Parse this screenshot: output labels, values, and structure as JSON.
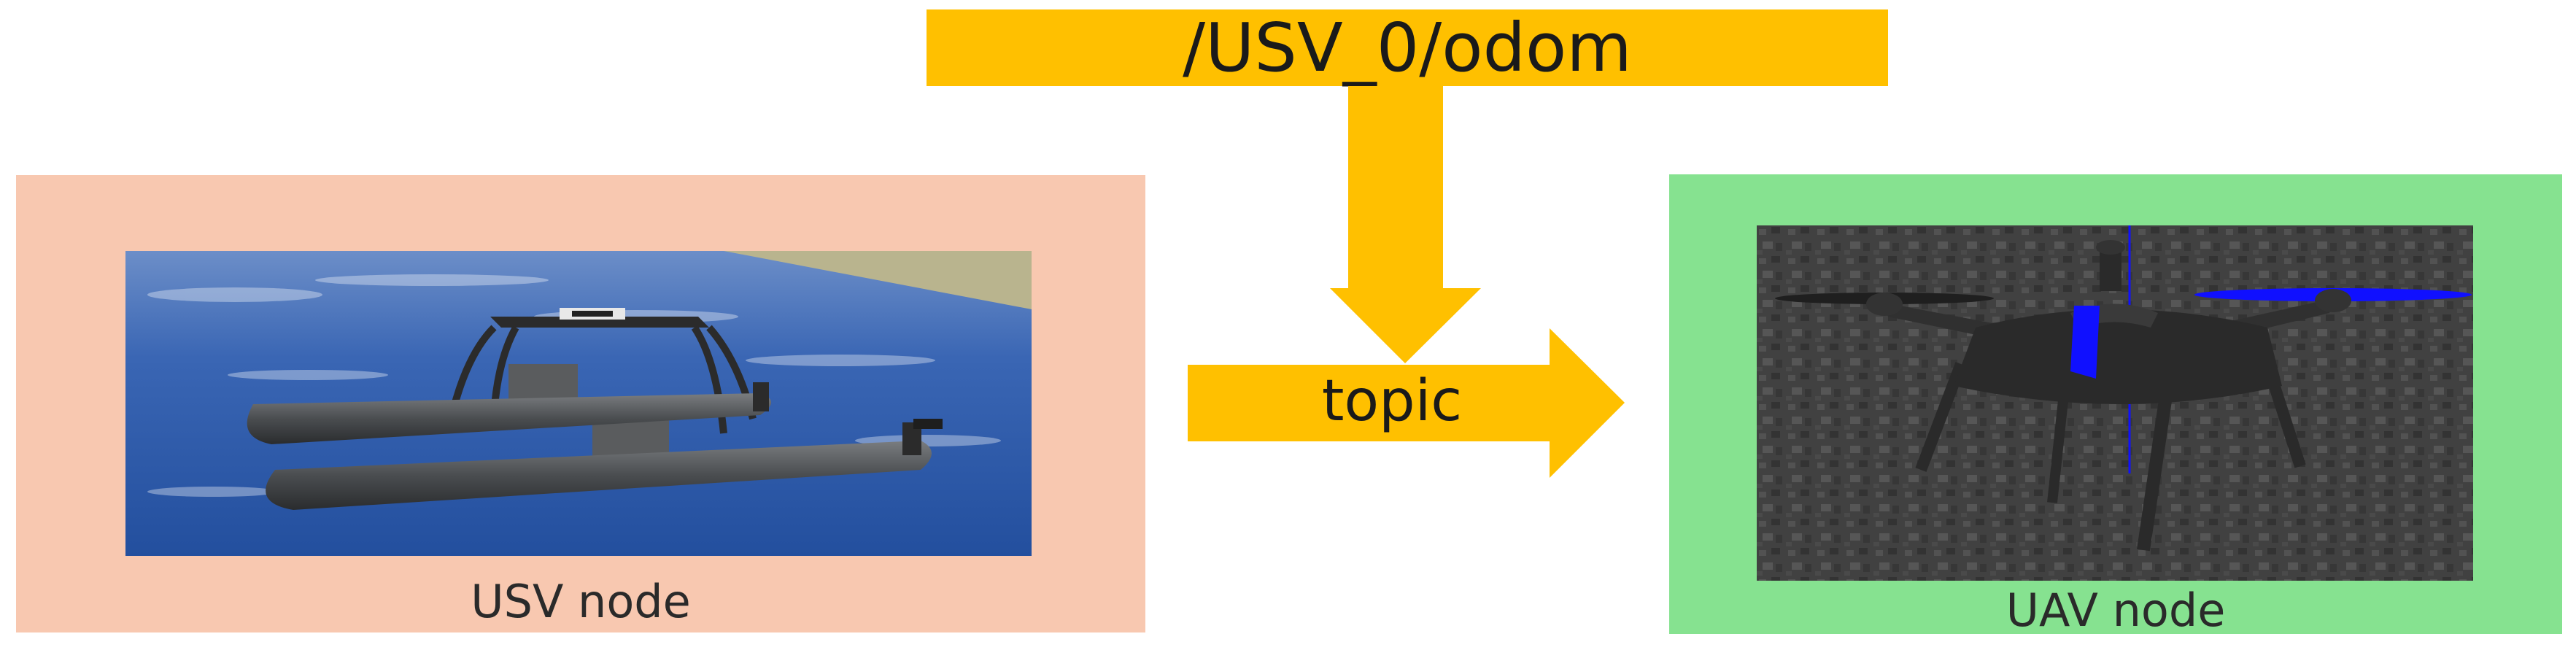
{
  "topic_name": "/USV_0/odom",
  "topic_label": "topic",
  "usv": {
    "label": "USV node"
  },
  "uav": {
    "label": "UAV node"
  },
  "colors": {
    "topic_yellow": "#FFC000",
    "usv_panel": "#F8C8B0",
    "uav_panel": "#86E290",
    "water": "#2E5AA8",
    "ground": "#4A4A4A",
    "drone_body": "#2A2A2A",
    "drone_accent": "#1010FF"
  }
}
